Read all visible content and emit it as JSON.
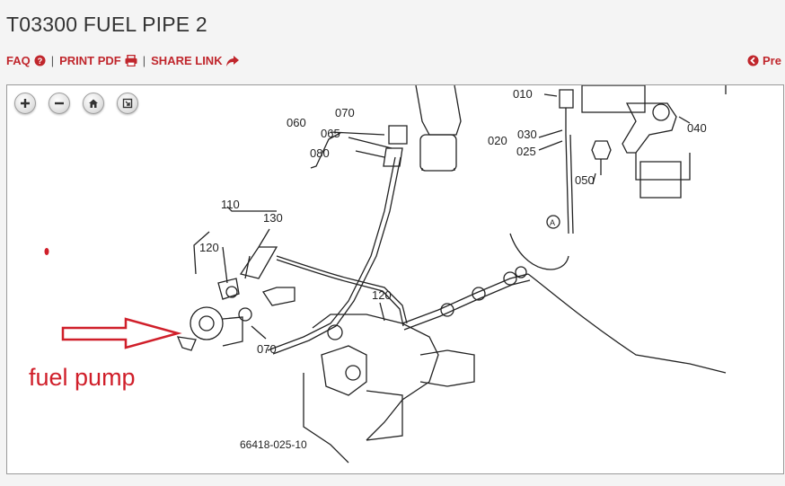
{
  "page": {
    "title": "T03300 FUEL PIPE 2"
  },
  "toolbar": {
    "faq": "FAQ",
    "print_pdf": "PRINT PDF",
    "share_link": "SHARE LINK",
    "separator": "|",
    "prev": "Pre"
  },
  "viewer": {
    "controls": [
      "zoom-in",
      "zoom-out",
      "home",
      "fullscreen"
    ]
  },
  "diagram": {
    "part_labels": [
      "010",
      "020",
      "025",
      "030",
      "040",
      "050",
      "060",
      "065",
      "070",
      "070",
      "080",
      "110",
      "120",
      "120",
      "130"
    ],
    "ref_marker": "A",
    "drawing_number": "66418-025-10"
  },
  "annotation": {
    "text": "fuel pump",
    "color": "#d01f2a"
  },
  "colors": {
    "link_red": "#c0262c",
    "title_gray": "#333333"
  }
}
